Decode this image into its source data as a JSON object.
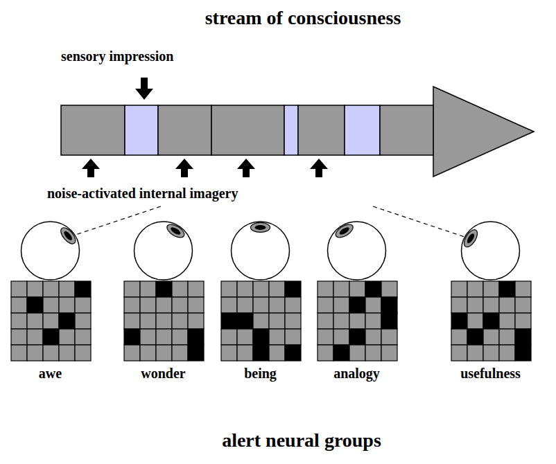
{
  "diagram": {
    "title": "stream of consciousness",
    "caption": "alert neural groups",
    "nodes": [
      {
        "text": [
          "awe"
        ]
      },
      {
        "text": [
          "wonder"
        ]
      },
      {
        "text": [
          "being"
        ]
      },
      {
        "text": [
          "analogy"
        ]
      },
      {
        "text": [
          "usefulness"
        ]
      }
    ],
    "labels": [
      "sensory impression",
      "noise-activated internal imagery"
    ]
  }
}
